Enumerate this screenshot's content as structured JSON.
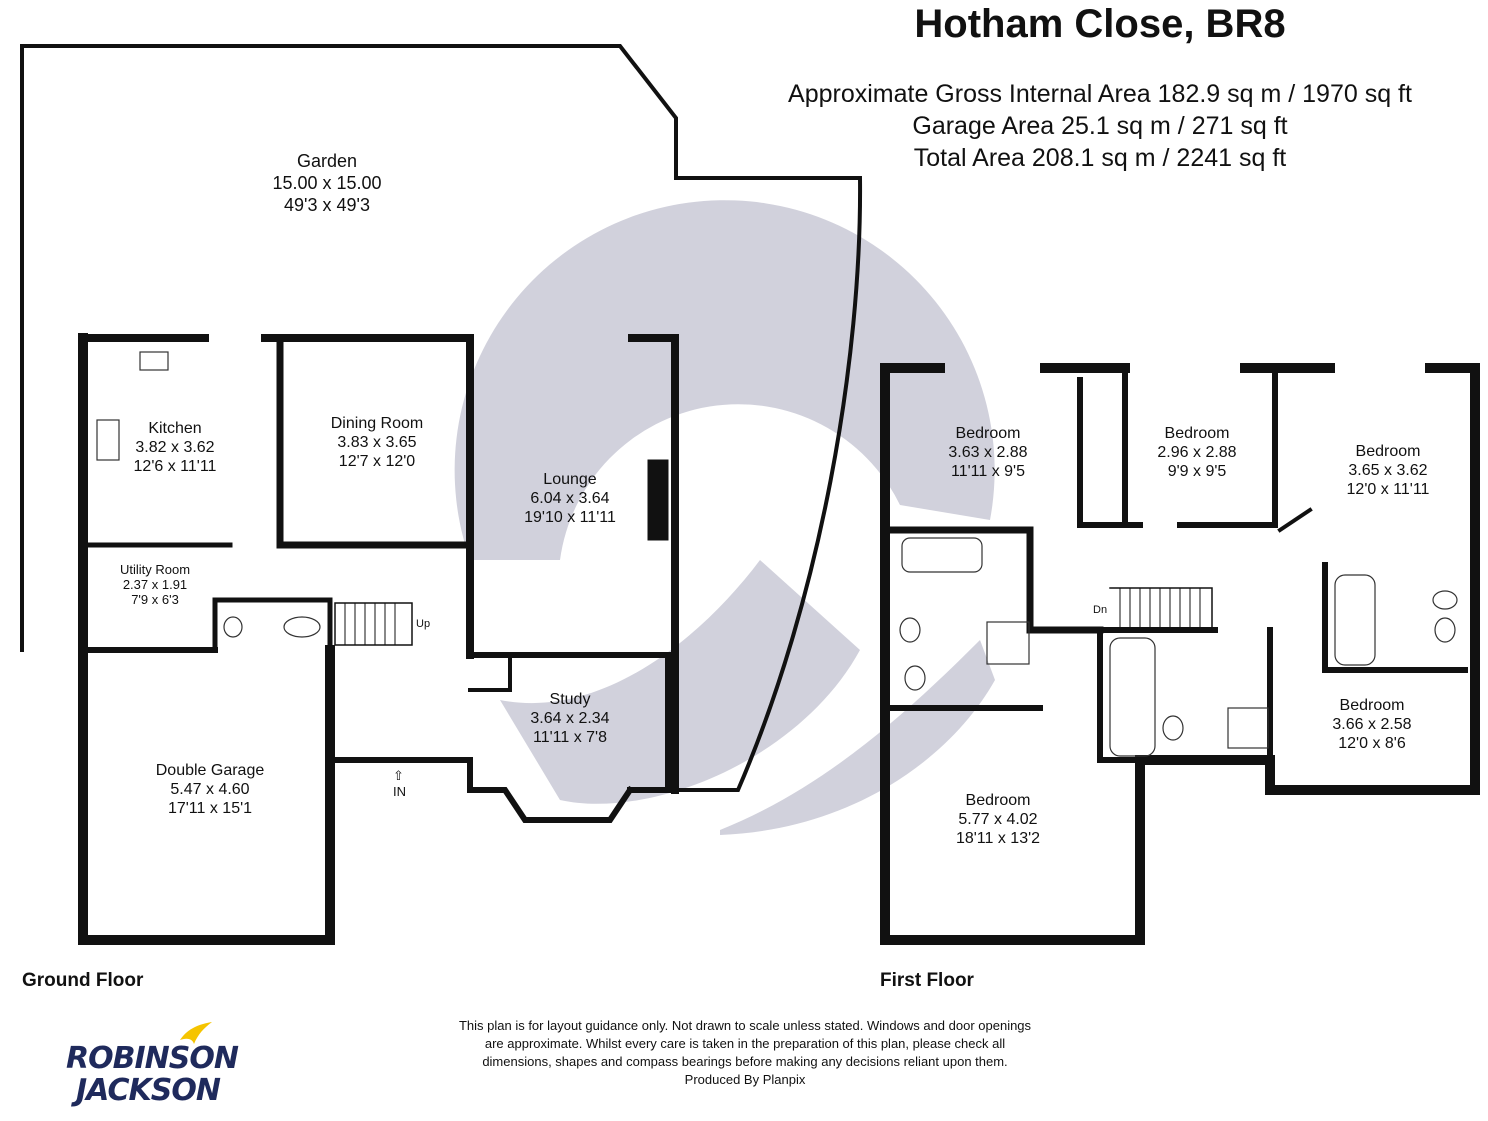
{
  "header": {
    "title": "Hotham Close, BR8",
    "area_lines": [
      "Approximate Gross Internal Area 182.9 sq m / 1970 sq ft",
      "Garage Area 25.1 sq m / 271 sq ft",
      "Total Area 208.1 sq m / 2241 sq ft"
    ]
  },
  "ground_floor": {
    "label": "Ground Floor",
    "rooms": [
      {
        "name": "Garden",
        "metric": "15.00 x 15.00",
        "imperial": "49'3 x 49'3"
      },
      {
        "name": "Kitchen",
        "metric": "3.82 x 3.62",
        "imperial": "12'6 x 11'11"
      },
      {
        "name": "Dining Room",
        "metric": "3.83 x 3.65",
        "imperial": "12'7 x 12'0"
      },
      {
        "name": "Lounge",
        "metric": "6.04 x 3.64",
        "imperial": "19'10 x 11'11"
      },
      {
        "name": "Utility Room",
        "metric": "2.37 x 1.91",
        "imperial": "7'9 x 6'3"
      },
      {
        "name": "Study",
        "metric": "3.64 x 2.34",
        "imperial": "11'11 x 7'8"
      },
      {
        "name": "Double Garage",
        "metric": "5.47 x 4.60",
        "imperial": "17'11 x 15'1"
      }
    ],
    "up_label": "Up",
    "in_label": "IN"
  },
  "first_floor": {
    "label": "First Floor",
    "rooms": [
      {
        "name": "Bedroom",
        "metric": "3.63 x 2.88",
        "imperial": "11'11 x 9'5"
      },
      {
        "name": "Bedroom",
        "metric": "2.96 x 2.88",
        "imperial": "9'9 x 9'5"
      },
      {
        "name": "Bedroom",
        "metric": "3.65 x 3.62",
        "imperial": "12'0 x 11'11"
      },
      {
        "name": "Bedroom",
        "metric": "3.66 x 2.58",
        "imperial": "12'0 x 8'6"
      },
      {
        "name": "Bedroom",
        "metric": "5.77 x 4.02",
        "imperial": "18'11 x 13'2"
      }
    ],
    "dn_label": "Dn"
  },
  "footer": {
    "disclaimer_lines": [
      "This plan is for layout guidance only. Not drawn to scale unless stated. Windows and door openings",
      "are approximate. Whilst every care is taken in the preparation of this plan, please check all",
      "dimensions, shapes and compass bearings before making any decisions reliant upon them.",
      "Produced By Planpix"
    ],
    "logo_line1": "ROBINSON",
    "logo_line2": "JACKSON"
  },
  "colors": {
    "wall": "#111111",
    "watermark": "#c9c9d6",
    "logo_blue": "#1f2a5c",
    "logo_yellow": "#f5c400"
  }
}
